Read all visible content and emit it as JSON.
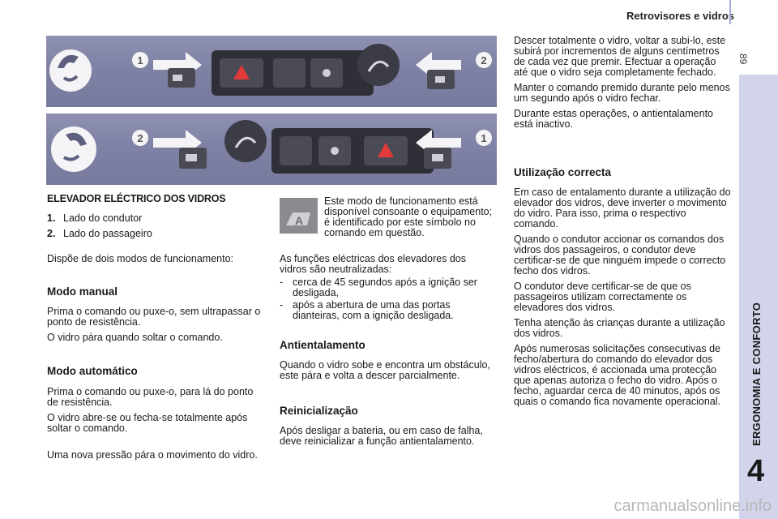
{
  "header": {
    "title": "Retrovisores e vidros",
    "page_number": "89"
  },
  "sidebar": {
    "chapter_label": "ERGONOMIA E CONFORTO",
    "chapter_number": "4"
  },
  "photos": [
    {
      "callout_left": "1",
      "callout_right": "2"
    },
    {
      "callout_left": "2",
      "callout_right": "1"
    }
  ],
  "col1": {
    "heading": "ELEVADOR ELÉCTRICO DOS VIDROS",
    "list": [
      {
        "num": "1.",
        "text": "Lado do condutor"
      },
      {
        "num": "2.",
        "text": "Lado do passageiro"
      }
    ],
    "intro": "Dispõe de dois modos de funcionamento:",
    "manual_heading": "Modo manual",
    "manual_p1": "Prima o comando ou puxe-o, sem ultrapassar o ponto de resistência.",
    "manual_p2": "O vidro pára quando soltar o comando.",
    "auto_heading": "Modo automático",
    "auto_p1": "Prima o comando ou puxe-o, para lá do ponto de resistência.",
    "auto_p2": "O vidro abre-se ou fecha-se totalmente após soltar o comando.",
    "auto_p3": "Uma nova pressão pára o movimento do vidro."
  },
  "col2": {
    "icon_letter": "A",
    "icon_text": "Este modo de funcionamento está disponível consoante o equipamento; é identificado por este símbolo no comando em questão.",
    "neutral_intro": "As funções eléctricas dos elevadores dos vidros são neutralizadas:",
    "neutral_items": [
      "cerca de 45 segundos após a ignição ser desligada,",
      "após a abertura de uma das portas dianteiras, com a ignição desligada."
    ],
    "anti_heading": "Antientalamento",
    "anti_text": "Quando o vidro sobe e encontra um obstáculo, este pára e volta a descer parcialmente.",
    "reinit_heading": "Reinicialização",
    "reinit_text": "Após desligar a bateria, ou em caso de falha, deve reinicializar a função antientalamento."
  },
  "col3": {
    "p1": "Descer totalmente o vidro, voltar a subi-lo, este subirá por incrementos de alguns centímetros de cada vez que premir. Efectuar a operação até que o vidro seja completamente fechado.",
    "p2": "Manter o comando premido durante pelo menos um segundo após o vidro fechar.",
    "p3": "Durante estas operações, o antientalamento está inactivo.",
    "use_heading": "Utilização correcta",
    "u1": "Em caso de entalamento durante a utilização do elevador dos vidros, deve inverter o movimento do vidro. Para isso, prima o respectivo comando.",
    "u2": "Quando o condutor accionar os comandos dos vidros dos passageiros, o condutor deve certificar-se de que ninguém impede o correcto fecho dos vidros.",
    "u3": "O condutor deve certificar-se de que os passageiros utilizam correctamente os elevadores dos vidros.",
    "u4": "Tenha atenção às crianças durante a utilização dos vidros.",
    "u5": "Após numerosas solicitações consecutivas de fecho/abertura do comando do elevador dos vidros eléctricos, é accionada uma protecção que apenas autoriza o fecho do vidro. Após o fecho, aguardar cerca de 40 minutos, após os quais o comando fica novamente operacional."
  },
  "watermark": "carmanualsonline.info"
}
